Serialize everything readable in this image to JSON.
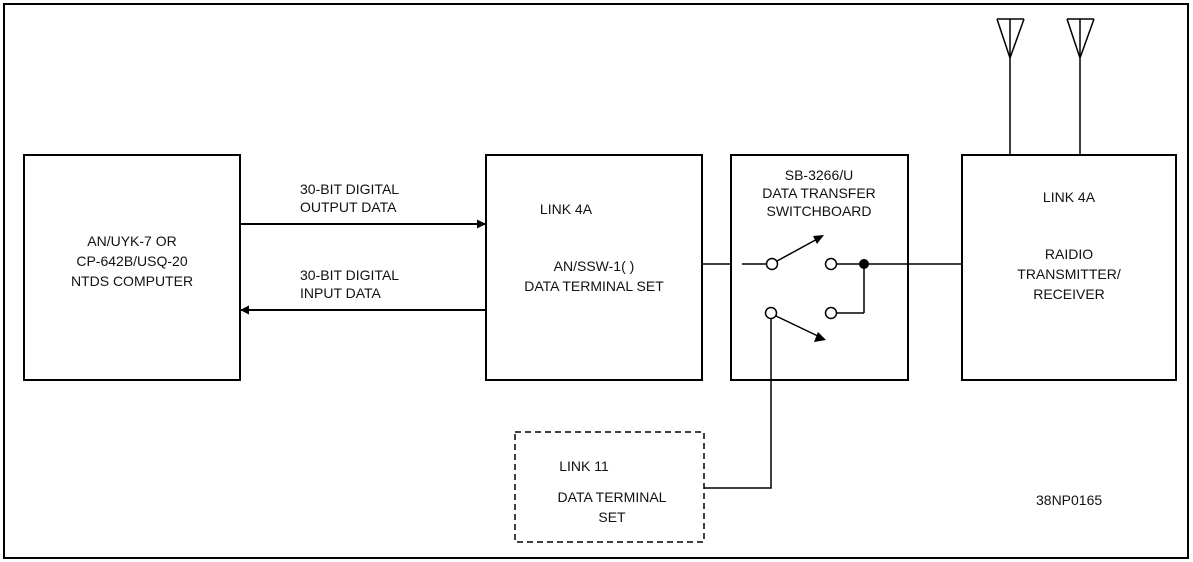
{
  "boxes": {
    "computer": {
      "lines": [
        "AN/UYK-7 OR",
        "CP-642B/USQ-20",
        "NTDS COMPUTER"
      ]
    },
    "dts": {
      "title": "LINK 4A",
      "lines": [
        "AN/SSW-1(  )",
        "DATA TERMINAL SET"
      ]
    },
    "switchboard": {
      "lines": [
        "SB-3266/U",
        "DATA TRANSFER",
        "SWITCHBOARD"
      ]
    },
    "radio": {
      "title": "LINK 4A",
      "lines": [
        "RAIDIO",
        "TRANSMITTER/",
        "RECEIVER"
      ]
    },
    "link11": {
      "title": "LINK 11",
      "lines": [
        "DATA TERMINAL",
        "SET"
      ]
    }
  },
  "arrows": {
    "output": {
      "lines": [
        "30-BIT DIGITAL",
        "OUTPUT DATA"
      ]
    },
    "input": {
      "lines": [
        "30-BIT DIGITAL",
        "INPUT DATA"
      ]
    }
  },
  "figure_id": "38NP0165"
}
